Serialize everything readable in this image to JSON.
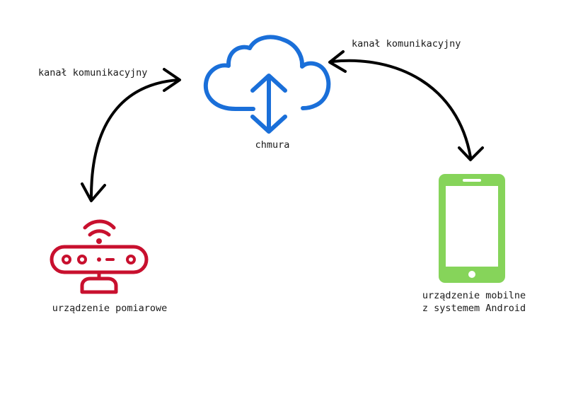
{
  "nodes": {
    "cloud": {
      "label": "chmura",
      "icon": "cloud-upload-download-icon"
    },
    "meter": {
      "label": "urządzenie pomiarowe",
      "icon": "wireless-measuring-device-icon"
    },
    "mobile": {
      "label_line1": "urządzenie mobilne",
      "label_line2": "z systemem Android",
      "icon": "smartphone-icon"
    }
  },
  "edges": {
    "left": {
      "label": "kanał komunikacyjny"
    },
    "right": {
      "label": "kanał komunikacyjny"
    }
  },
  "colors": {
    "cloud": "#1a6fd9",
    "meter": "#c8102e",
    "mobile": "#86d45a",
    "arrow": "#000000",
    "text": "#1a1a1a"
  }
}
